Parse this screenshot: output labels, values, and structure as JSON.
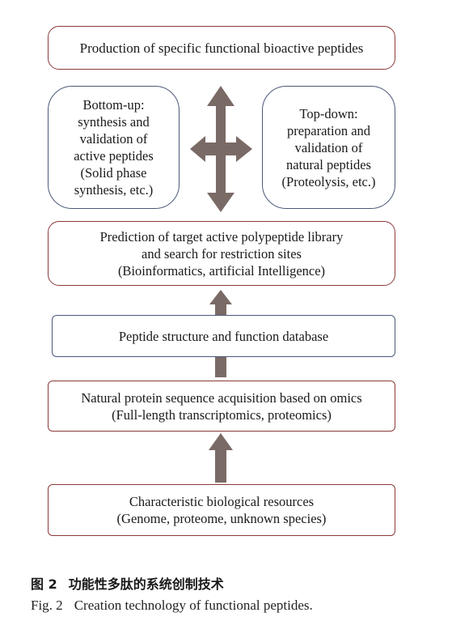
{
  "diagram": {
    "top_box": {
      "lines": [
        "Production of specific functional bioactive peptides"
      ]
    },
    "left_box": {
      "lines": [
        "Bottom-up:",
        "synthesis and",
        "validation of",
        "active peptides",
        "(Solid phase",
        "synthesis, etc.)"
      ]
    },
    "right_box": {
      "lines": [
        "Top-down:",
        "preparation and",
        "validation of",
        "natural peptides",
        "(Proteolysis, etc.)"
      ]
    },
    "prediction_box": {
      "lines": [
        "Prediction of target active polypeptide library",
        "and search for restriction sites",
        "(Bioinformatics, artificial Intelligence)"
      ]
    },
    "database_box": {
      "lines": [
        "Peptide structure and function database"
      ]
    },
    "natural_box": {
      "lines": [
        "Natural protein sequence acquisition based on omics",
        "(Full-length transcriptomics, proteomics)"
      ]
    },
    "resources_box": {
      "lines": [
        "Characteristic biological resources",
        "(Genome, proteome, unknown species)"
      ]
    },
    "colors": {
      "box_border_red": "#8b3a3a",
      "box_border_blue": "#4a5878",
      "arrow_fill": "#7a6a66"
    }
  },
  "caption": {
    "cn_label": "图 2",
    "cn_text": "功能性多肽的系统创制技术",
    "en_label": "Fig. 2",
    "en_text": "Creation technology of functional peptides."
  }
}
